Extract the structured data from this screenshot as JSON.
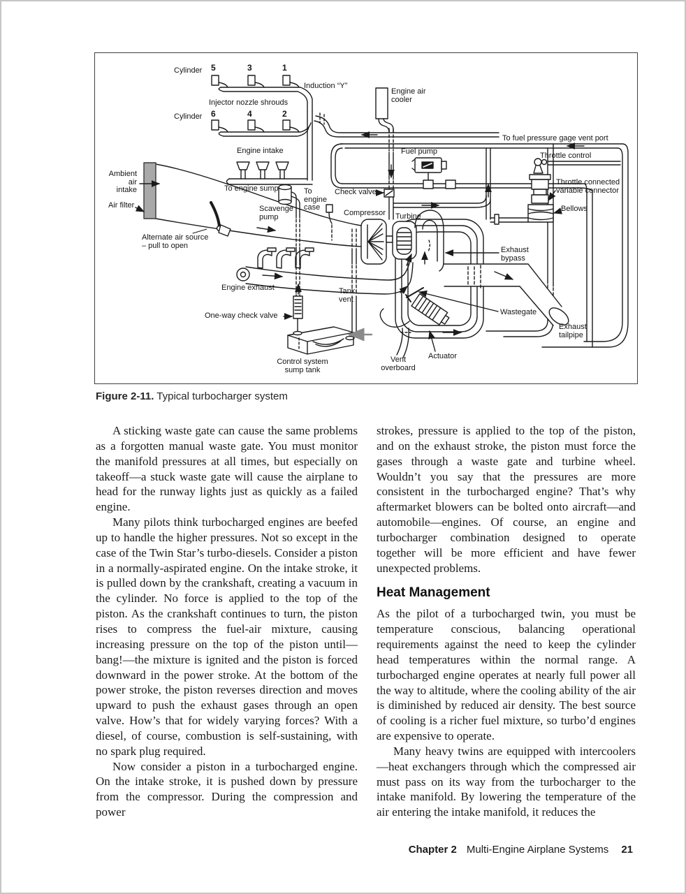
{
  "figure": {
    "caption_label": "Figure 2-11.",
    "caption_text": "Typical turbocharger system",
    "labels": {
      "cylinder_top": "Cylinder",
      "cyl_5": "5",
      "cyl_3": "3",
      "cyl_1": "1",
      "induction_y": "Induction “Y”",
      "engine_air_cooler": "Engine air\ncooler",
      "injector_nozzle_shrouds": "Injector nozzle shrouds",
      "cylinder_bottom": "Cylinder",
      "cyl_6": "6",
      "cyl_4": "4",
      "cyl_2": "2",
      "to_fuel_pressure": "To fuel pressure gage vent port",
      "engine_intake": "Engine intake",
      "fuel_pump": "Fuel pump",
      "throttle_control": "Throttle control",
      "ambient_air_intake": "Ambient\nair\nintake",
      "throttle_connected_variable_connector": "Throttle connected\nvariable connector",
      "to_engine_sump": "To engine sump",
      "to_engine_case": "To\nengine\ncase",
      "check_valve": "Check valve",
      "air_filter": "Air filter",
      "bellows": "Bellows",
      "scavenge_pump": "Scavenge\npump",
      "compressor": "Compressor",
      "turbine": "Turbine",
      "alternate_air_source": "Alternate air source\n– pull to open",
      "exhaust_bypass": "Exhaust\nbypass",
      "engine_exhaust": "Engine exhaust",
      "tank_vent": "Tank\nvent",
      "one_way_check_valve": "One-way check valve",
      "wastegate": "Wastegate",
      "exhaust_tailpipe": "Exhaust\ntailpipe",
      "control_system_sump_tank": "Control system\nsump tank",
      "vent_overboard": "Vent\noverboard",
      "actuator": "Actuator"
    }
  },
  "article": {
    "left_column": {
      "p1": "A sticking waste gate can cause the same problems as a forgotten manual waste gate. You must monitor the manifold pressures at all times, but especially on takeoff—a stuck waste gate will cause the airplane to head for the runway lights just as quickly as a failed engine.",
      "p2": "Many pilots think turbocharged engines are beefed up to handle the higher pressures. Not so except in the case of the Twin Star’s turbo-diesels. Consider a piston in a normally-aspirated engine. On the intake stroke, it is pulled down by the crankshaft, creating a vacuum in the cylinder. No force is applied to the top of the piston. As the crankshaft continues to turn, the piston rises to compress the fuel-air mixture, causing increasing pressure on the top of the piston until—bang!—the mixture is ignited and the piston is forced downward in the power stroke. At the bottom of the power stroke, the piston reverses direction and moves upward to push the exhaust gases through an open valve. How’s that for widely varying forces? With a diesel, of course, combustion is self-sustaining, with no spark plug required.",
      "p3": "Now consider a piston in a turbocharged engine. On the intake stroke, it is pushed down by pressure from the compressor. During the compression and power"
    },
    "right_column": {
      "p4": "strokes, pressure is applied to the top of the piston, and on the exhaust stroke, the piston must force the gases through a waste gate and turbine wheel. Wouldn’t you say that the pressures are more consistent in the turbocharged engine? That’s why aftermarket blowers can be bolted onto aircraft—and automobile—engines. Of course, an engine and turbocharger combination designed to operate together will be more efficient and have fewer unexpected problems.",
      "heading": "Heat Management",
      "p5": "As the pilot of a turbocharged twin, you must be temperature conscious, balancing operational requirements against the need to keep the cylinder head temperatures within the normal range. A turbocharged engine operates at nearly full power all the way to altitude, where the cooling ability of the air is diminished by reduced air density. The best source of cooling is a richer fuel mixture, so turbo’d engines are expensive to operate.",
      "p6": "Many heavy twins are equipped with intercoolers—heat exchangers through which the compressed air must pass on its way from the turbocharger to the intake manifold. By lowering the temperature of the air entering the intake manifold, it reduces the"
    }
  },
  "footer": {
    "chapter_label": "Chapter 2",
    "book_title": "Multi-Engine Airplane Systems",
    "page_number": "21"
  }
}
